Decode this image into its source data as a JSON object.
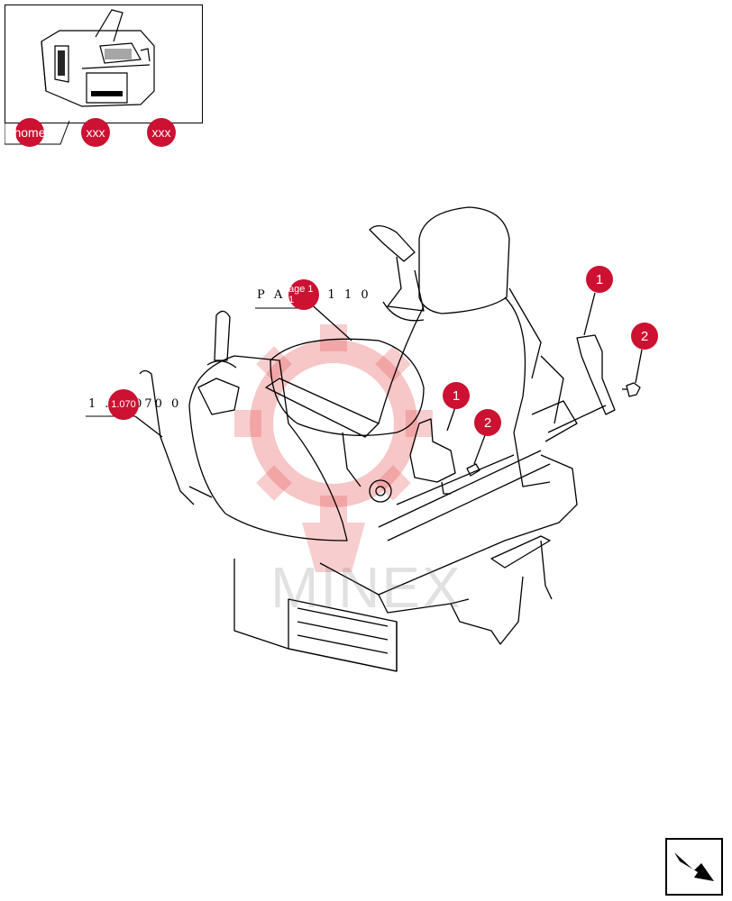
{
  "nav": {
    "home_label": "home",
    "prev_label": "xxx",
    "next_label": "xxx"
  },
  "refs": {
    "page_ref_text": "P A G E 1 1 0",
    "page_badge": "age 1 1",
    "part_ref_text": "1 . 1.070 0",
    "part_badge": "1.070"
  },
  "callouts": {
    "c1_top": "1",
    "c2_top": "2",
    "c1_mid": "1",
    "c2_mid": "2"
  },
  "watermark_text": "MINEX",
  "colors": {
    "hotspot_red": "#cc1133",
    "line_art": "#000000",
    "watermark_red": "#e85b5b"
  },
  "icons": {
    "next_page": "arrow-next-icon"
  }
}
